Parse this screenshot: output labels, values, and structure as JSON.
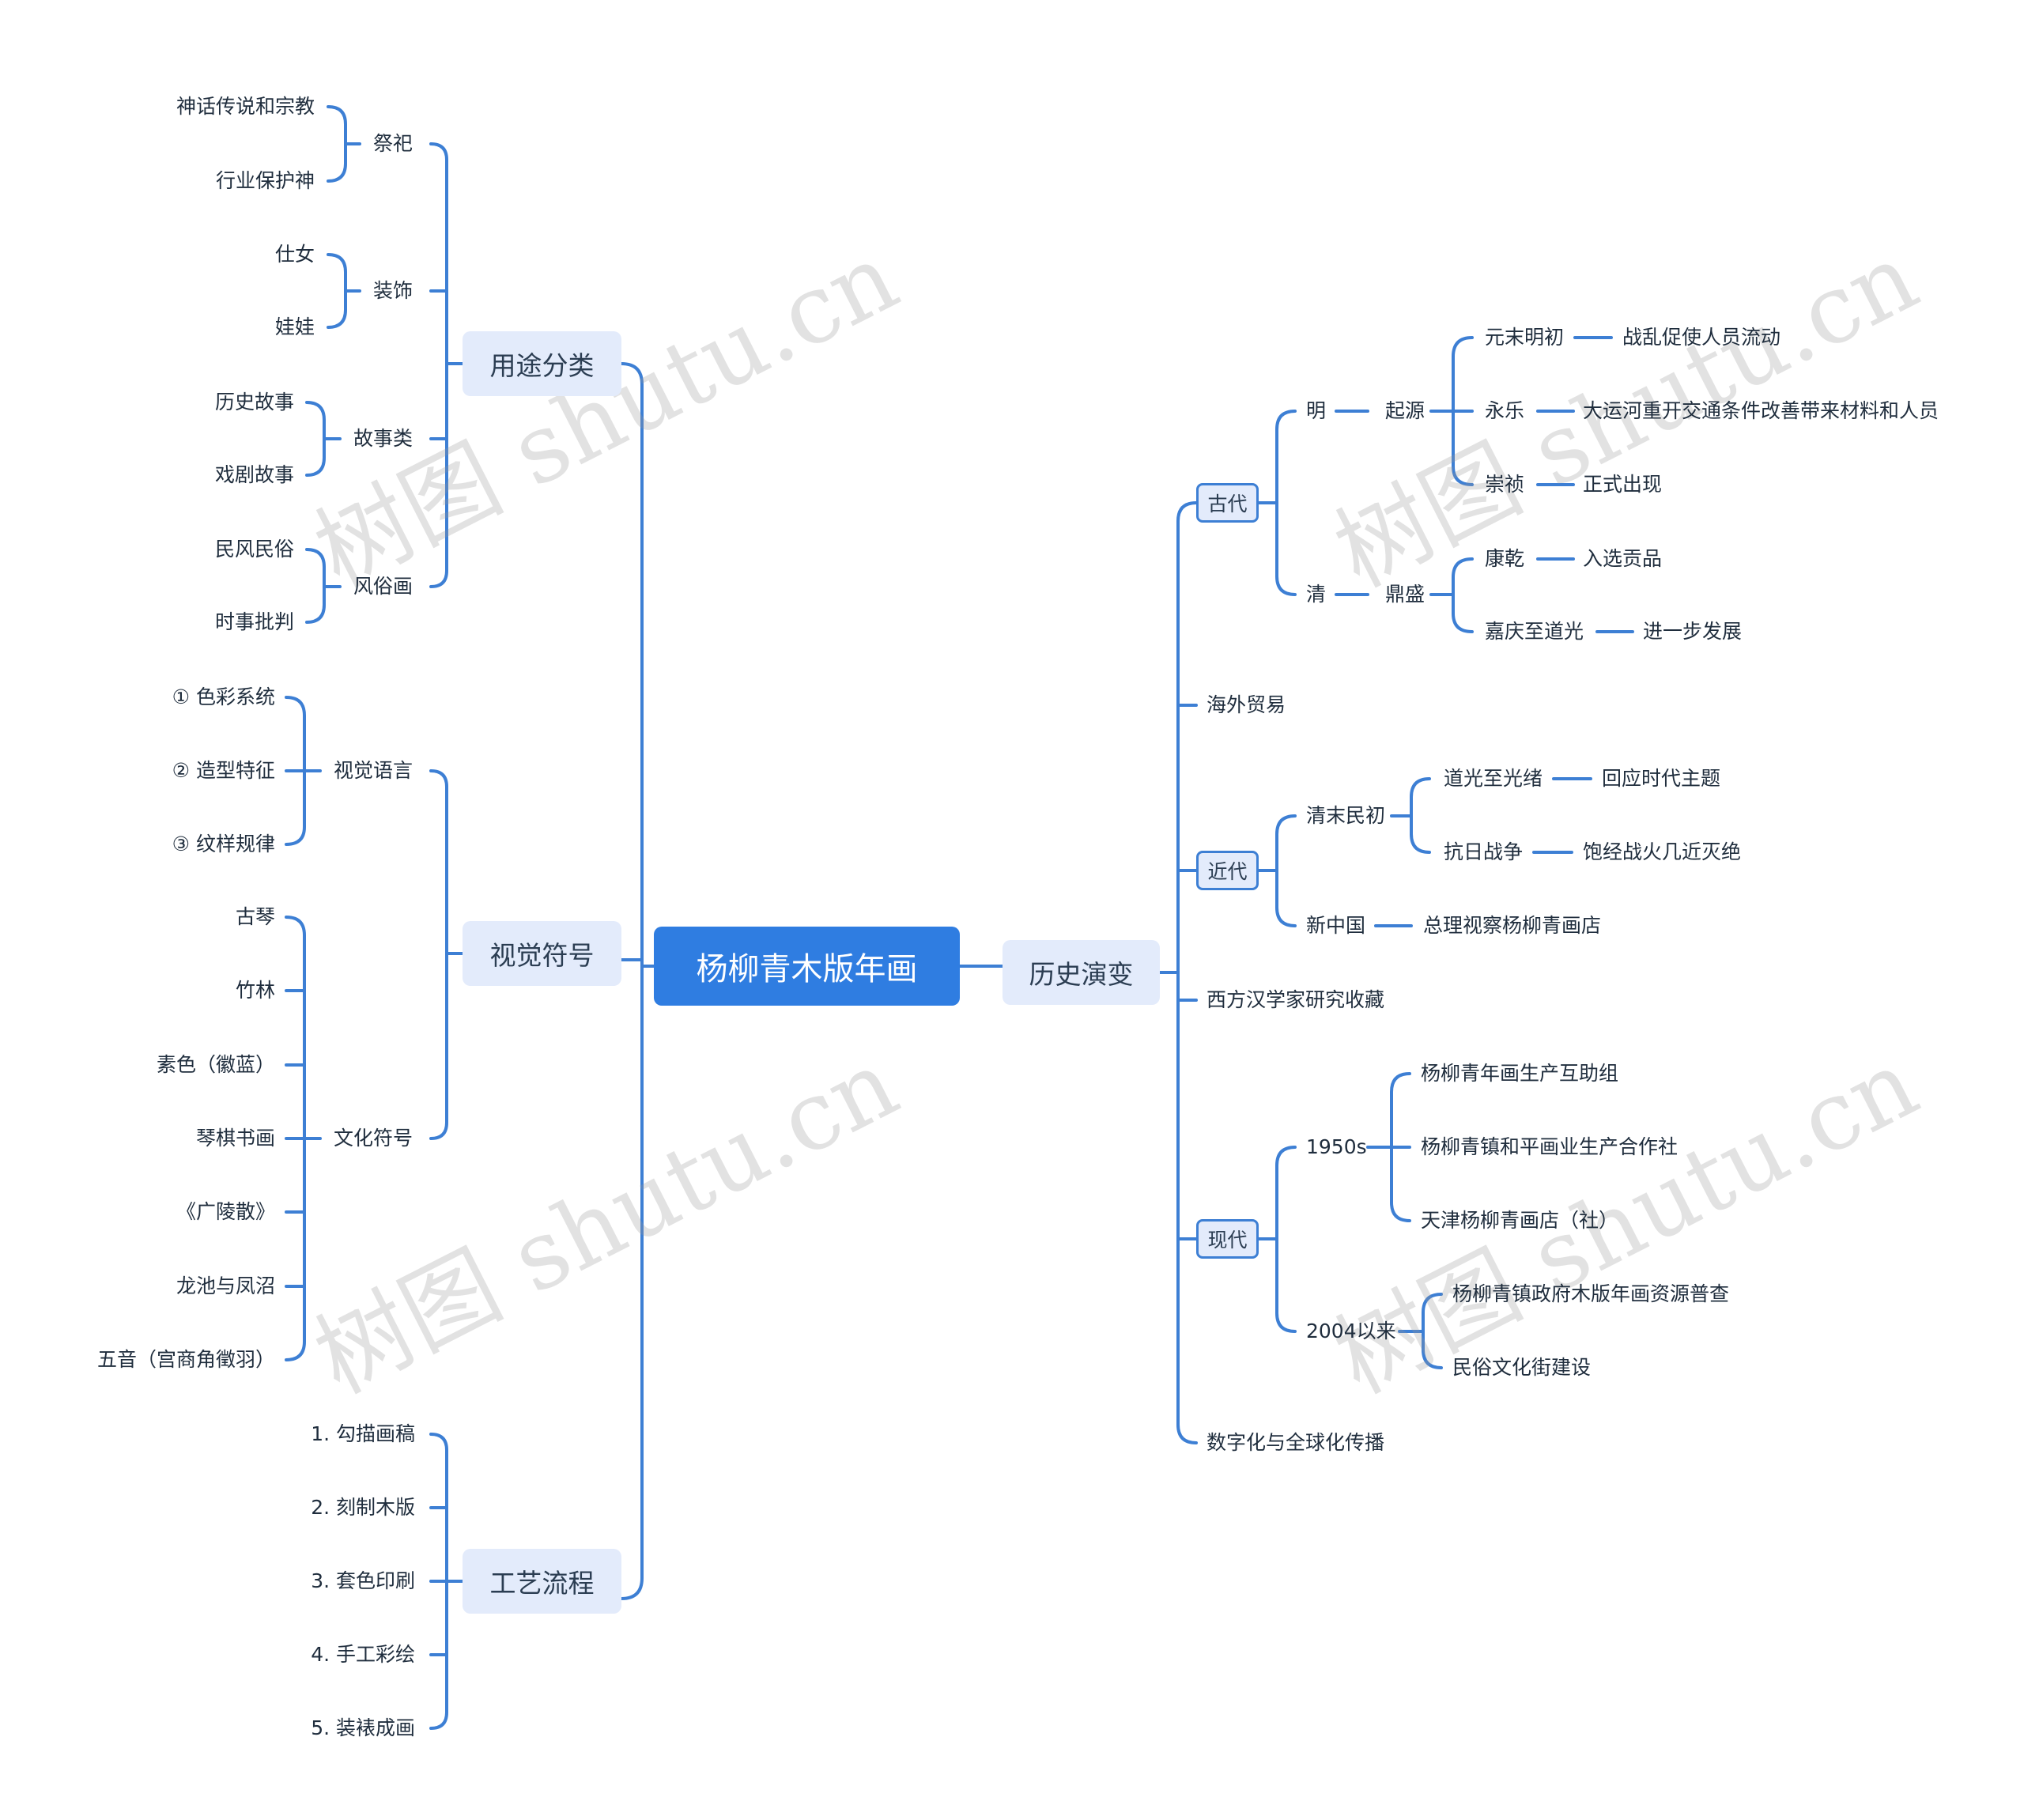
{
  "root": "杨柳青木版年画",
  "left": {
    "usage": {
      "label": "用途分类",
      "jisi": {
        "label": "祭祀",
        "items": [
          "神话传说和宗教",
          "行业保护神"
        ]
      },
      "zhuangshi": {
        "label": "装饰",
        "items": [
          "仕女",
          "娃娃"
        ]
      },
      "gushi": {
        "label": "故事类",
        "items": [
          "历史故事",
          "戏剧故事"
        ]
      },
      "fengsu": {
        "label": "风俗画",
        "items": [
          "民风民俗",
          "时事批判"
        ]
      }
    },
    "visual": {
      "label": "视觉符号",
      "language": {
        "label": "视觉语言",
        "items": [
          "① 色彩系统",
          "② 造型特征",
          "③ 纹样规律"
        ]
      },
      "culture": {
        "label": "文化符号",
        "items": [
          "古琴",
          "竹林",
          "素色（徽蓝）",
          "琴棋书画",
          "《广陵散》",
          "龙池与凤沼",
          "五音（宫商角徵羽）"
        ]
      }
    },
    "craft": {
      "label": "工艺流程",
      "items": [
        "1. 勾描画稿",
        "2. 刻制木版",
        "3. 套色印刷",
        "4. 手工彩绘",
        "5. 装裱成画"
      ]
    }
  },
  "right": {
    "history": {
      "label": "历史演变",
      "ancient": {
        "label": "古代",
        "ming": {
          "label": "明",
          "origin": "起源",
          "items": [
            {
              "label": "元末明初",
              "detail": "战乱促使人员流动"
            },
            {
              "label": "永乐",
              "detail": "大运河重开交通条件改善带来材料和人员"
            },
            {
              "label": "崇祯",
              "detail": "正式出现"
            }
          ]
        },
        "qing": {
          "label": "清",
          "peak": "鼎盛",
          "items": [
            {
              "label": "康乾",
              "detail": "入选贡品"
            },
            {
              "label": "嘉庆至道光",
              "detail": "进一步发展"
            }
          ]
        }
      },
      "overseas": "海外贸易",
      "modern_early": {
        "label": "近代",
        "late_qing": {
          "label": "清末民初",
          "items": [
            {
              "label": "道光至光绪",
              "detail": "回应时代主题"
            },
            {
              "label": "抗日战争",
              "detail": "饱经战火几近灭绝"
            }
          ]
        },
        "new_china": {
          "label": "新中国",
          "detail": "总理视察杨柳青画店"
        }
      },
      "western": "西方汉学家研究收藏",
      "contemporary": {
        "label": "现代",
        "y1950s": {
          "label": "1950s",
          "items": [
            "杨柳青年画生产互助组",
            "杨柳青镇和平画业生产合作社",
            "天津杨柳青画店（社）"
          ]
        },
        "y2004": {
          "label": "2004以来",
          "items": [
            "杨柳青镇政府木版年画资源普查",
            "民俗文化街建设"
          ]
        }
      },
      "digital": "数字化与全球化传播"
    }
  },
  "watermark": "树图 shutu.cn",
  "colors": {
    "accent": "#2f7de1",
    "line": "#3d7fd4",
    "node_bg": "#e3ebfb",
    "text": "#1f2d3d"
  }
}
